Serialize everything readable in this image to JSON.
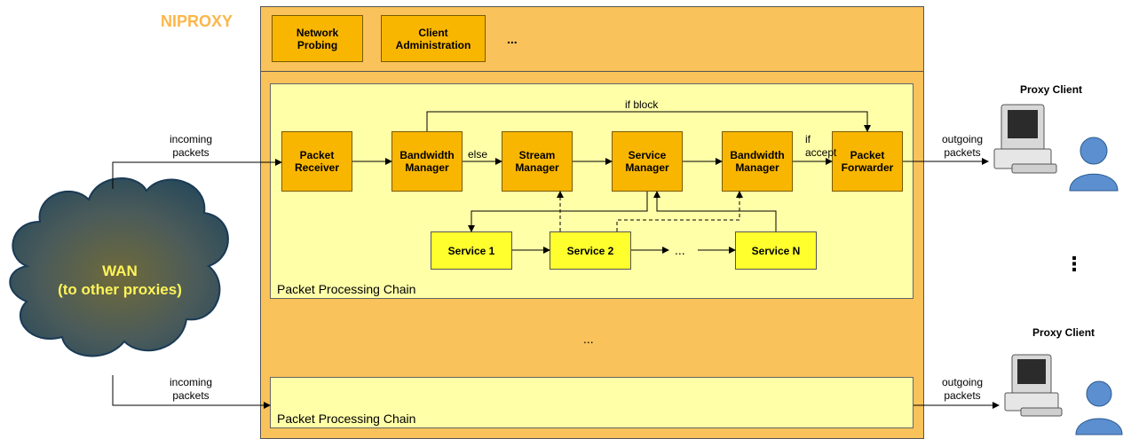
{
  "title": "NIPROXY",
  "top_modules": [
    "Network\nProbing",
    "Client\nAdministration",
    "..."
  ],
  "chain": {
    "label": "Packet Processing Chain",
    "blocks": [
      "Packet\nReceiver",
      "Bandwidth\nManager",
      "Stream\nManager",
      "Service\nManager",
      "Bandwidth\nManager",
      "Packet\nForwarder"
    ],
    "services": [
      "Service 1",
      "Service 2",
      "...",
      "Service N"
    ],
    "edge_labels": {
      "else": "else",
      "if_block": "if block",
      "if_accept": "if\naccept"
    }
  },
  "middle_ellipsis": "...",
  "chain2": {
    "label": "Packet Processing Chain"
  },
  "wan": {
    "text": "WAN\n(to other proxies)"
  },
  "incoming_1": "incoming\npackets",
  "incoming_2": "incoming\npackets",
  "outgoing_1": "outgoing\npackets",
  "outgoing_2": "outgoing\npackets",
  "client_1": "Proxy Client",
  "client_2": "Proxy Client",
  "vertical_ellipsis": "⋮"
}
